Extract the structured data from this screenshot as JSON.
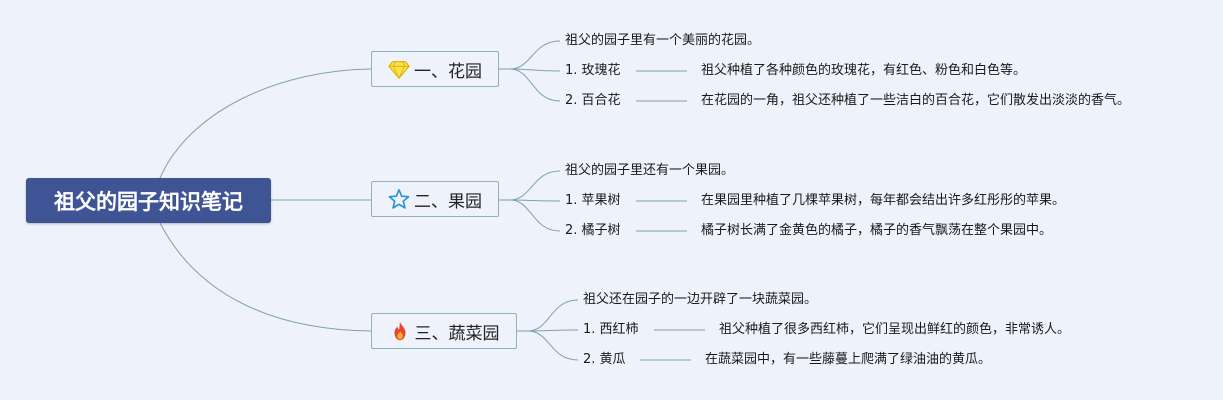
{
  "root": {
    "title": "祖父的园子知识笔记"
  },
  "branches": [
    {
      "title": "一、花园",
      "icon": "gem-icon",
      "intro": "祖父的园子里有一个美丽的花园。",
      "items": [
        {
          "label": "1. 玫瑰花",
          "detail": "祖父种植了各种颜色的玫瑰花，有红色、粉色和白色等。"
        },
        {
          "label": "2. 百合花",
          "detail": "在花园的一角，祖父还种植了一些洁白的百合花，它们散发出淡淡的香气。"
        }
      ]
    },
    {
      "title": "二、果园",
      "icon": "star-icon",
      "intro": "祖父的园子里还有一个果园。",
      "items": [
        {
          "label": "1. 苹果树",
          "detail": "在果园里种植了几棵苹果树，每年都会结出许多红彤彤的苹果。"
        },
        {
          "label": "2. 橘子树",
          "detail": "橘子树长满了金黄色的橘子，橘子的香气飘荡在整个果园中。"
        }
      ]
    },
    {
      "title": "三、蔬菜园",
      "icon": "fire-icon",
      "intro": "祖父还在园子的一边开辟了一块蔬菜园。",
      "items": [
        {
          "label": "1. 西红柿",
          "detail": "祖父种植了很多西红柿，它们呈现出鲜红的颜色，非常诱人。"
        },
        {
          "label": "2. 黄瓜",
          "detail": "在蔬菜园中，有一些藤蔓上爬满了绿油油的黄瓜。"
        }
      ]
    }
  ],
  "colors": {
    "background": "#eef2fa",
    "root_fill": "#3f5495",
    "connector": "#7fa2ae",
    "branch_border": "#8fb2bd"
  }
}
